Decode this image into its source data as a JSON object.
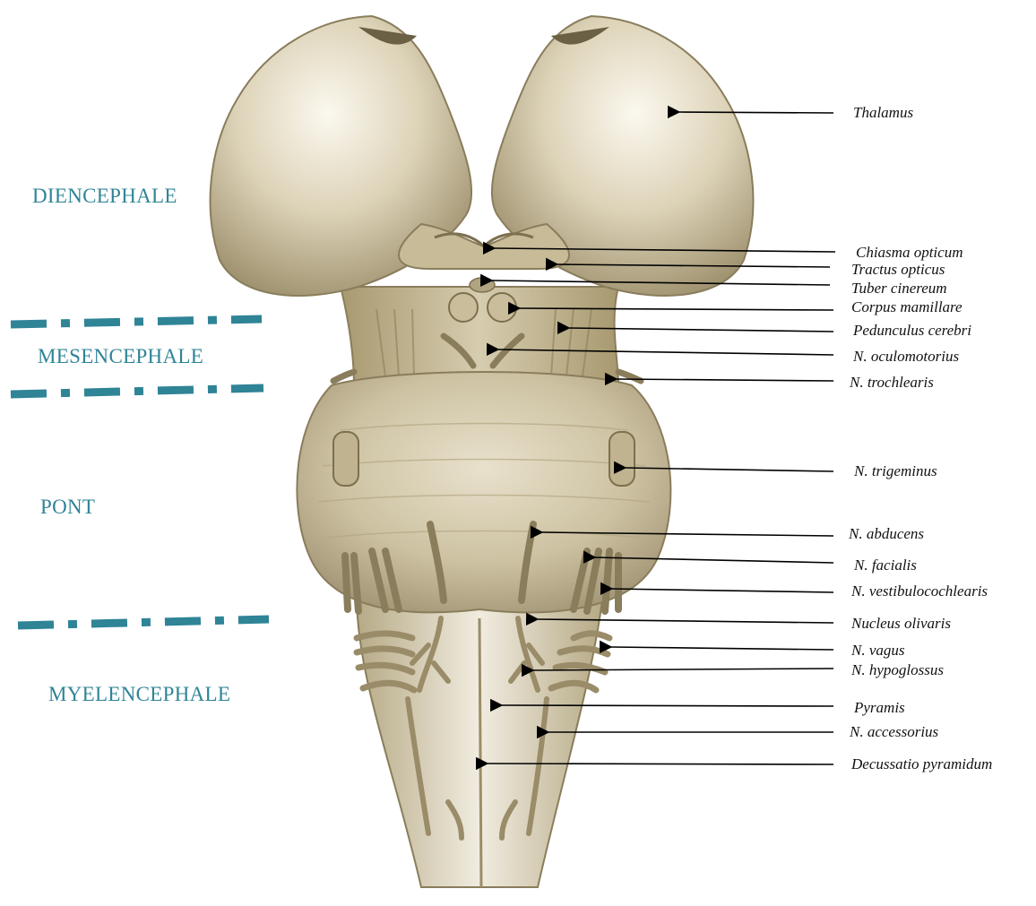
{
  "regions": {
    "diencephale": "DIENCEPHALE",
    "mesencephale": "MESENCEPHALE",
    "pont": "PONT",
    "myelencephale": "MYELENCEPHALE"
  },
  "labels": {
    "thalamus": "Thalamus",
    "chiasma_opticum": "Chiasma opticum",
    "tractus_opticus": "Tractus opticus",
    "tuber_cinereum": "Tuber cinereum",
    "corpus_mamillare": "Corpus mamillare",
    "pedunculus_cerebri": "Pedunculus cerebri",
    "n_oculomotorius": "N. oculomotorius",
    "n_trochlearis": "N. trochlearis",
    "n_trigeminus": "N. trigeminus",
    "n_abducens": "N. abducens",
    "n_facialis": "N. facialis",
    "n_vestibulocochlearis": "N. vestibulocochlearis",
    "nucleus_olivaris": "Nucleus olivaris",
    "n_vagus": "N. vagus",
    "n_hypoglossus": "N. hypoglossus",
    "pyramis": "Pyramis",
    "n_accessorius": "N. accessorius",
    "decussatio_pyramidum": "Decussatio pyramidum"
  },
  "colors": {
    "region_text": "#2f8496",
    "divider": "#2f8496",
    "tissue_light": "#efe9d8",
    "tissue_mid": "#c9bd9b",
    "tissue_dark": "#8a7d5c",
    "arrow": "#000000"
  }
}
